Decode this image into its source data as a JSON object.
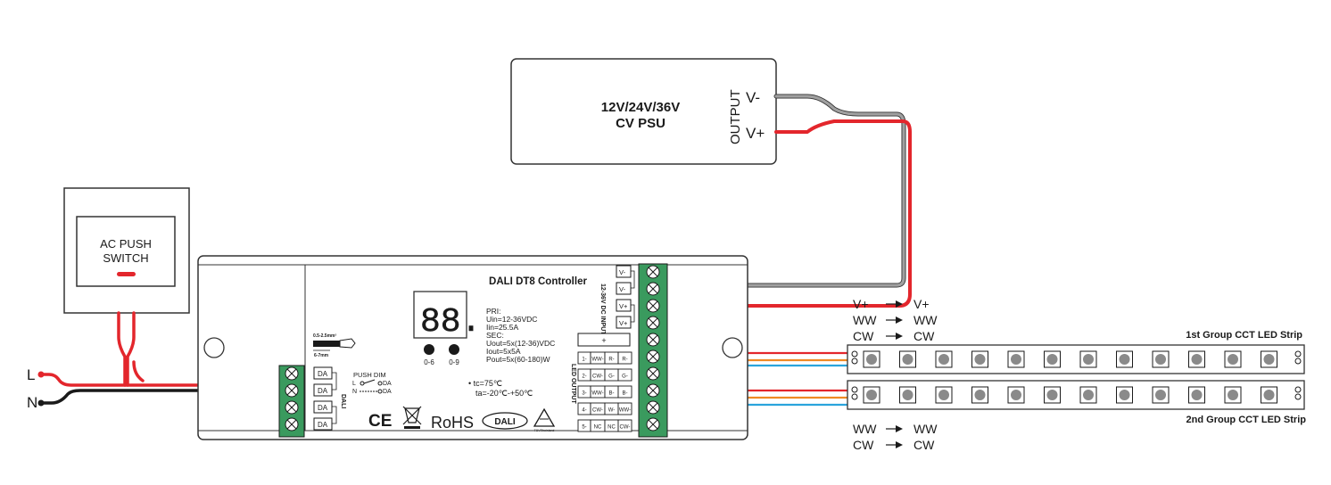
{
  "psu": {
    "line1": "12V/24V/36V",
    "line2": "CV PSU",
    "output_label": "OUTPUT",
    "vminus": "V-",
    "vplus": "V+"
  },
  "switch": {
    "line1": "AC PUSH",
    "line2": "SWITCH"
  },
  "mains": {
    "l": "L",
    "n": "N"
  },
  "controller": {
    "title": "DALI DT8 Controller",
    "display": "88.",
    "knob1": "0-6",
    "knob2": "0-9",
    "specs": [
      "PRI:",
      "Uin=12-36VDC",
      "Iin=25.5A",
      "SEC:",
      "Uout=5x(12-36)VDC",
      "Iout=5x5A",
      "Pout=5x(60-180)W"
    ],
    "tc": "• tc=75℃",
    "ta": "ta=-20℃-+50℃",
    "wire_gauge": "0.5-2.5mm²",
    "strip_len": "6-7mm",
    "push_dim": "PUSH DIM",
    "push_l": "L",
    "push_n": "N",
    "push_da": "DA",
    "dali_label": "DALI",
    "dali_terms": [
      "DA",
      "DA",
      "DA",
      "DA"
    ],
    "dc_input_label": "12-36V DC INPUT",
    "dc_terms": [
      "V-",
      "V-",
      "V+",
      "V+"
    ],
    "led_output_label": "LED OUTPUT",
    "plus": "+",
    "outputs": [
      [
        "1-",
        "WW-",
        "R-",
        "R-"
      ],
      [
        "2-",
        "CW-",
        "G-",
        "G-"
      ],
      [
        "3-",
        "WW-",
        "B-",
        "B-"
      ],
      [
        "4-",
        "CW-",
        "W-",
        "WW-"
      ],
      [
        "5-",
        "NC",
        "NC",
        "CW-"
      ]
    ],
    "ce": "CE",
    "rohs": "RoHS",
    "dali_logo": "DALI",
    "tuv": "TÜVRheinland"
  },
  "map1": [
    {
      "from": "V+",
      "to": "V+"
    },
    {
      "from": "WW",
      "to": "WW"
    },
    {
      "from": "CW",
      "to": "CW"
    }
  ],
  "map2": [
    {
      "from": "WW",
      "to": "WW"
    },
    {
      "from": "CW",
      "to": "CW"
    }
  ],
  "strip1": {
    "label": "1st Group CCT LED Strip"
  },
  "strip2": {
    "label": "2nd Group CCT LED Strip"
  },
  "colors": {
    "red": "#e3262c",
    "black": "#1a1a1a",
    "grey": "#9a9a9a",
    "orange": "#f08a24",
    "blue": "#2aa4dc",
    "green": "#3a9a5e"
  }
}
